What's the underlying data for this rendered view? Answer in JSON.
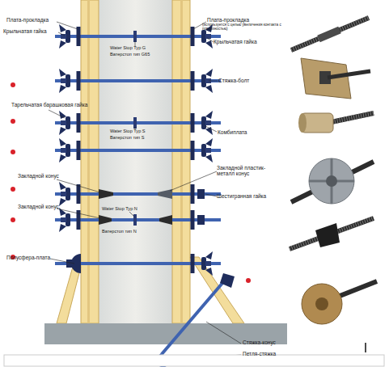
{
  "diagram": {
    "labels": [
      "Плата-прокладка",
      "Крыльчатая гайка",
      "Плата-прокладка",
      "(используется с целью увеличения контакта с поверхностью)",
      "Крыльчатая гайка",
      "Water Stop Typ G",
      "Ватерстоп тип G65",
      "Стяжка-болт",
      "Тарельчатая барашковая гайка",
      "Water Stop Typ S",
      "Ватерстоп тип S",
      "Комбиплата",
      "Закладной конус",
      "Закладной пластик-металл конус",
      "Шестигранная гайка",
      "Water Stop Typ N",
      "Ватерстоп тип N",
      "Закладной конус",
      "Полусфера-плата",
      "Стяжка-конус",
      "Петля-стяжка"
    ]
  }
}
